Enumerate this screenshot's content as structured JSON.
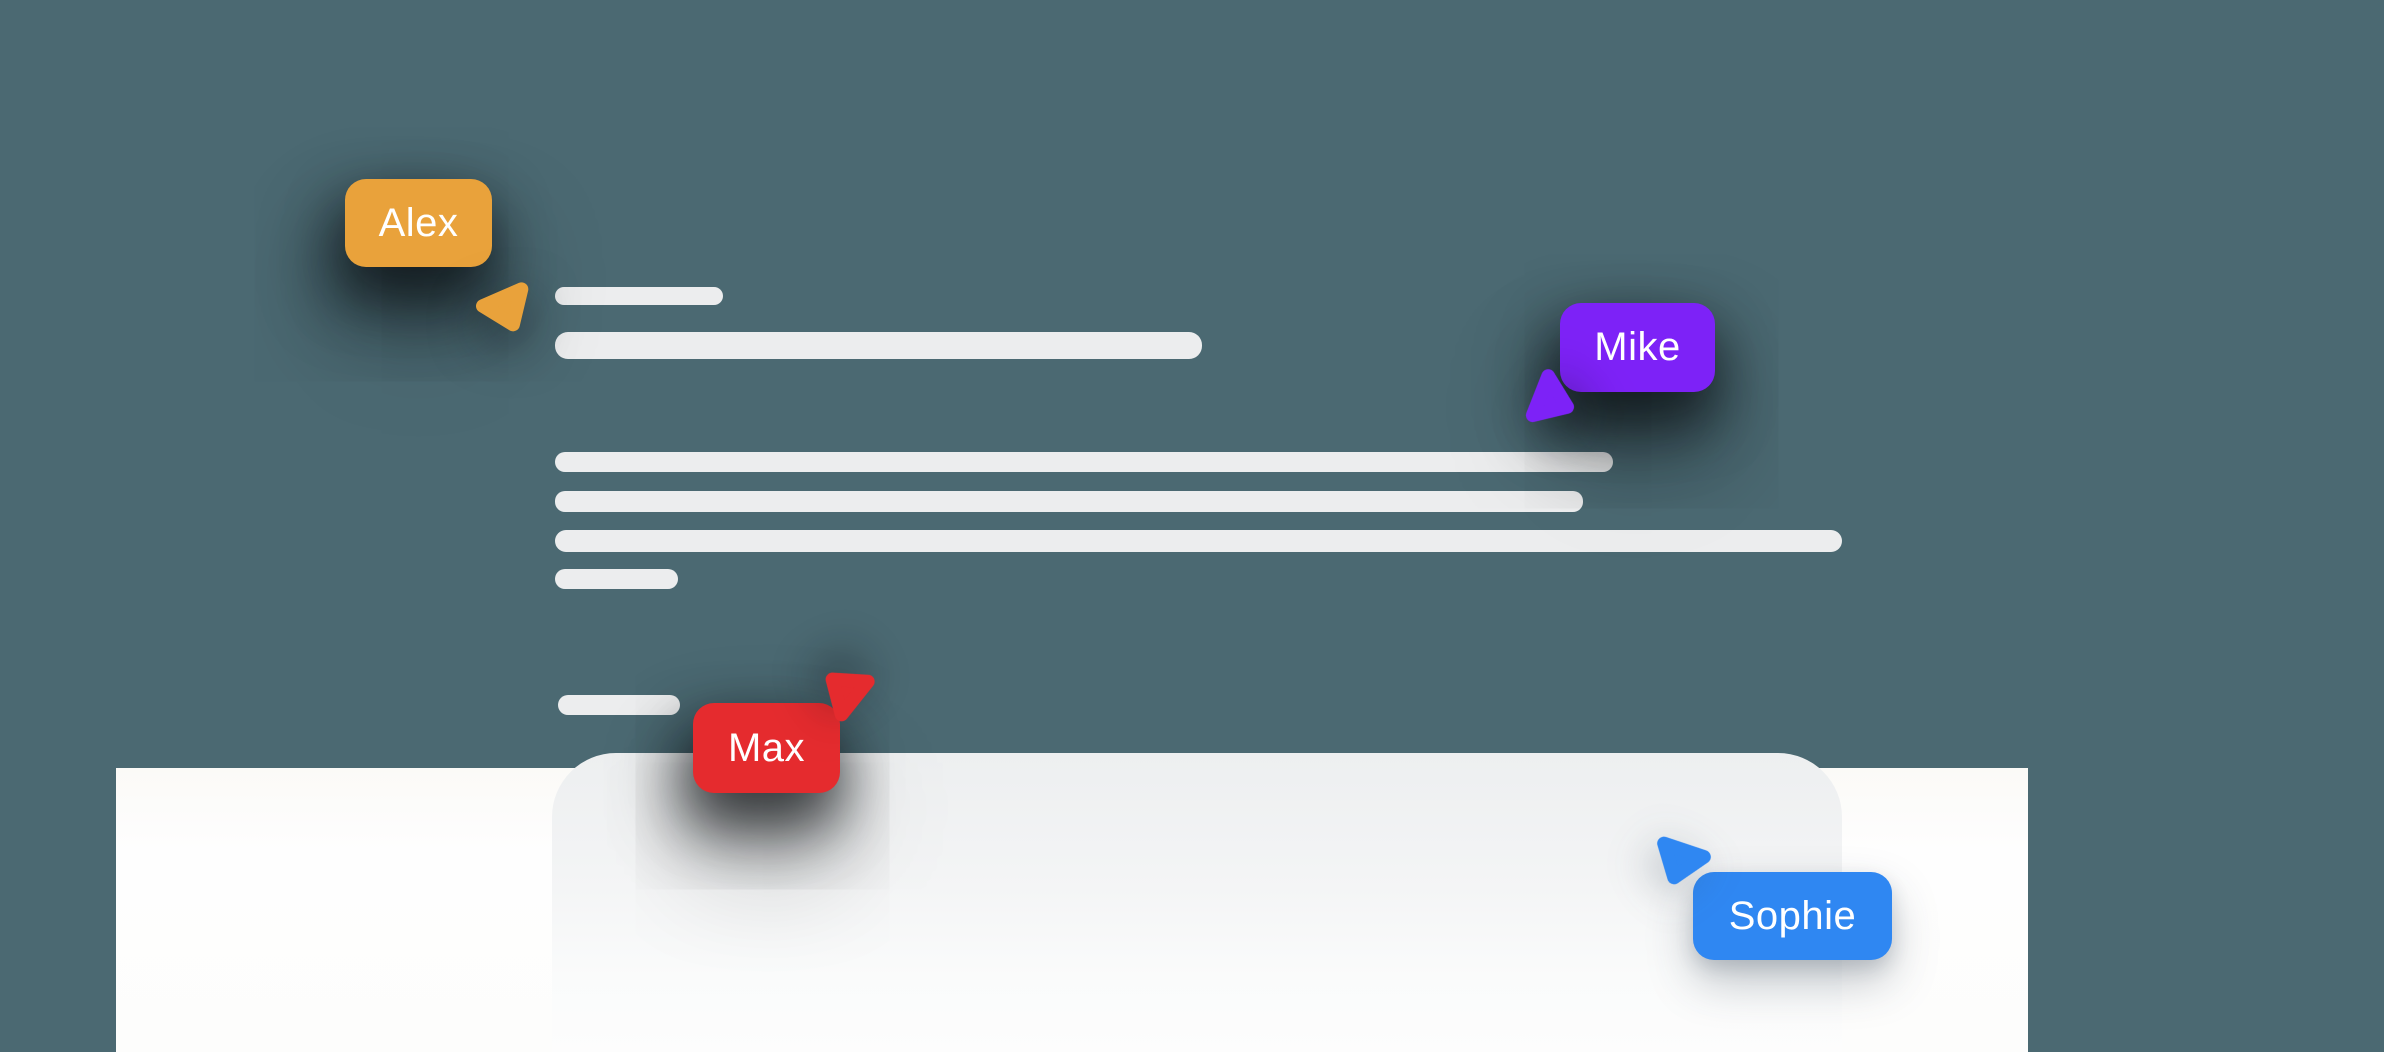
{
  "canvas": {
    "background_color": "#4B6972",
    "sheet_color": "#FDFDFC",
    "panel_top_color": "#EDEFF0",
    "panel_bottom_color": "#FDFDFD",
    "skeleton_color": "#ECEDEE",
    "label_text_color": "#FFFFFF"
  },
  "collaborators": [
    {
      "name": "Alex",
      "color": "#E9A23B"
    },
    {
      "name": "Mike",
      "color": "#7D22F7"
    },
    {
      "name": "Max",
      "color": "#E52B2E"
    },
    {
      "name": "Sophie",
      "color": "#2F87F2"
    }
  ]
}
